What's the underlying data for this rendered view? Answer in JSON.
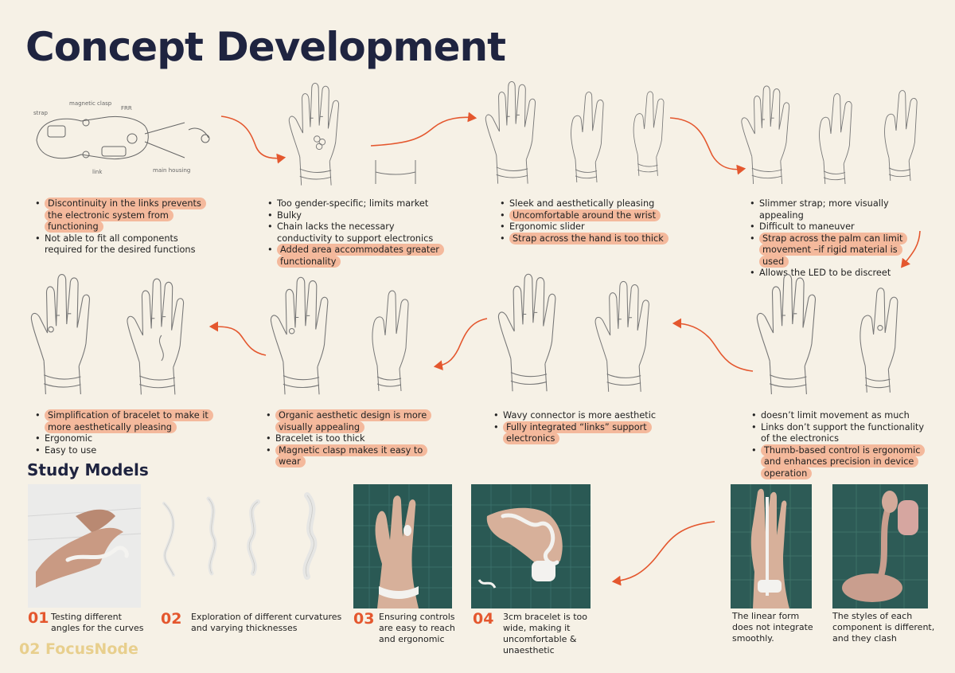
{
  "page": {
    "title": "Concept Development",
    "subtitle": "Study Models",
    "footer": "02 FocusNode"
  },
  "colors": {
    "title": "#1f2440",
    "highlight": "#f4b99c",
    "arrow": "#e4572e",
    "number": "#e4572e",
    "footer": "#e8cf8d",
    "background": "#f6f1e6"
  },
  "concepts": [
    {
      "notes": [
        {
          "text": "Discontinuity in the links prevents the electronic system from functioning",
          "highlight": true
        },
        {
          "text": "Not able to fit all components required for the desired functions",
          "highlight": false
        }
      ]
    },
    {
      "notes": [
        {
          "text": "Too gender-specific; limits market",
          "highlight": false
        },
        {
          "text": "Bulky",
          "highlight": false
        },
        {
          "text": "Chain lacks the necessary conductivity to support electronics",
          "highlight": false
        },
        {
          "text": "Added area accommodates greater functionality",
          "highlight": true
        }
      ]
    },
    {
      "notes": [
        {
          "text": "Sleek and aesthetically pleasing",
          "highlight": false
        },
        {
          "text": "Uncomfortable around the wrist",
          "highlight": true
        },
        {
          "text": "Ergonomic slider",
          "highlight": false
        },
        {
          "text": "Strap across the hand is too thick",
          "highlight": true
        }
      ]
    },
    {
      "notes": [
        {
          "text": "Slimmer strap; more visually appealing",
          "highlight": false
        },
        {
          "text": "Difficult to maneuver",
          "highlight": false
        },
        {
          "text": "Strap across the palm can limit movement –if rigid material is used",
          "highlight": true
        },
        {
          "text": "Allows the LED to be discreet",
          "highlight": false
        }
      ]
    },
    {
      "notes": [
        {
          "text": "doesn’t limit movement as much",
          "highlight": false
        },
        {
          "text": "Links don’t support the functionality of the electronics",
          "highlight": false
        },
        {
          "text": "Thumb-based control is ergonomic and enhances precision in device operation",
          "highlight": true
        }
      ]
    },
    {
      "notes": [
        {
          "text": "Wavy connector is more aesthetic",
          "highlight": false
        },
        {
          "text": "Fully integrated “links” support electronics",
          "highlight": true
        }
      ]
    },
    {
      "notes": [
        {
          "text": "Organic aesthetic design is more visually appealing",
          "highlight": true
        },
        {
          "text": "Bracelet is too thick",
          "highlight": false
        },
        {
          "text": "Magnetic clasp makes it easy to wear",
          "highlight": true
        }
      ]
    },
    {
      "notes": [
        {
          "text": "Simplification of bracelet to make it more aesthetically pleasing",
          "highlight": true
        },
        {
          "text": "Ergonomic",
          "highlight": false
        },
        {
          "text": "Easy to use",
          "highlight": false
        }
      ]
    }
  ],
  "sketch_labels": {
    "a1": "magnetic clasp",
    "a2": "strap",
    "a3": "FRR",
    "a4": "link",
    "a5": "main housing"
  },
  "study_models": [
    {
      "number": "01",
      "caption": "Testing different angles for the curves"
    },
    {
      "number": "02",
      "caption": "Exploration of different curvatures and varying thicknesses"
    },
    {
      "number": "03",
      "caption": "Ensuring controls are easy to reach and ergonomic"
    },
    {
      "number": "04",
      "caption": "3cm bracelet is too wide, making it uncomfortable & unaesthetic"
    },
    {
      "number": "",
      "caption": "The linear form does not integrate smoothly."
    },
    {
      "number": "",
      "caption": "The styles of each component is different, and they clash"
    }
  ]
}
